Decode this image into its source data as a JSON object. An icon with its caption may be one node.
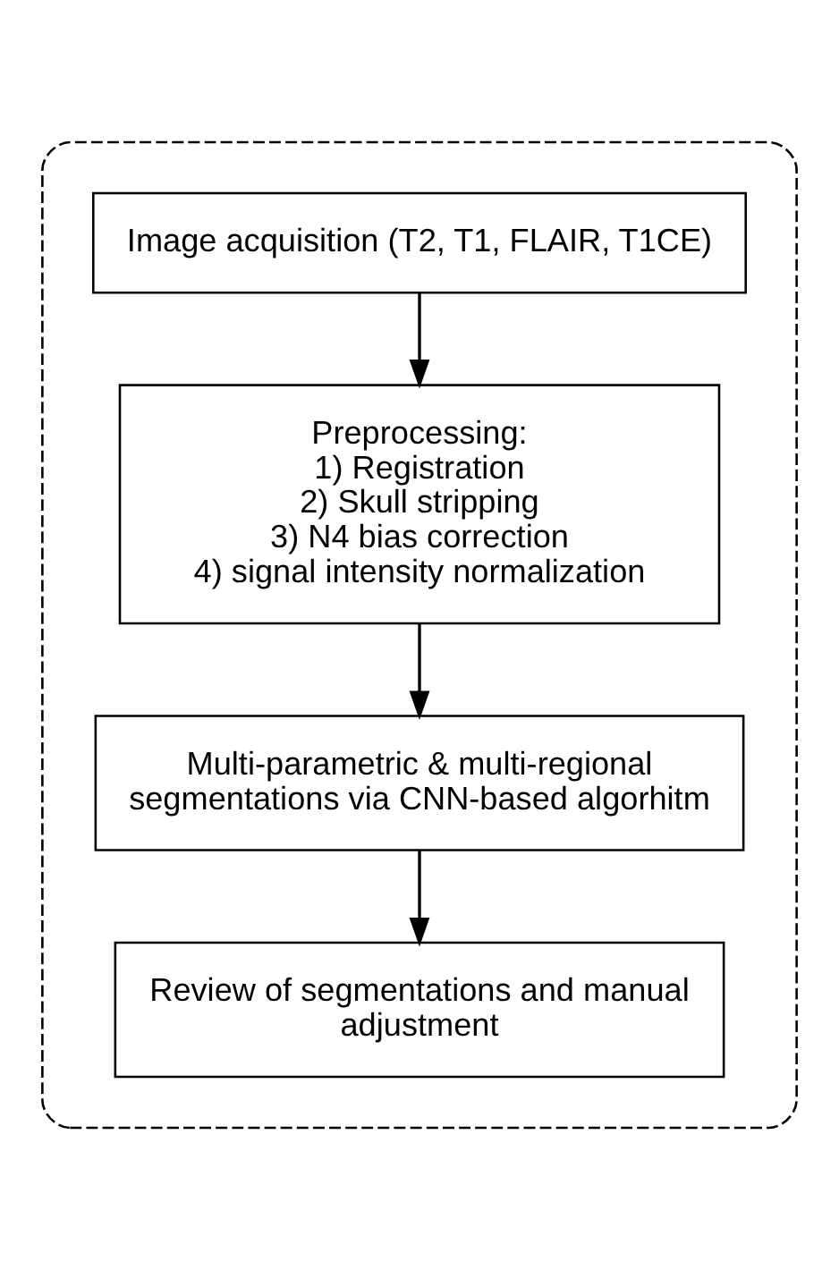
{
  "diagram": {
    "nodes": [
      {
        "text": [],
        "shape": "box"
      },
      {
        "text": [
          "Image acquisition (T2, T1, FLAIR, T1CE)"
        ],
        "in": 0
      },
      {
        "text": [
          "Preprocessing:",
          "1) Registration",
          "2) Skull stripping",
          "3) N4 bias correction",
          "4) signal intensity normalization"
        ],
        "in": 0
      },
      {
        "text": [
          "Multi-parametric & multi-regional segmentations via CNN-based algorhitm"
        ],
        "in": 0
      },
      {
        "text": [
          "Review of segmentations and manual adjustment"
        ],
        "in": 0
      }
    ],
    "edges": [
      {
        "from": 1,
        "to": 2,
        "arrow": "to"
      },
      {
        "from": 2,
        "to": 3,
        "arrow": "to"
      },
      {
        "from": 3,
        "to": 4,
        "arrow": "to"
      }
    ]
  }
}
